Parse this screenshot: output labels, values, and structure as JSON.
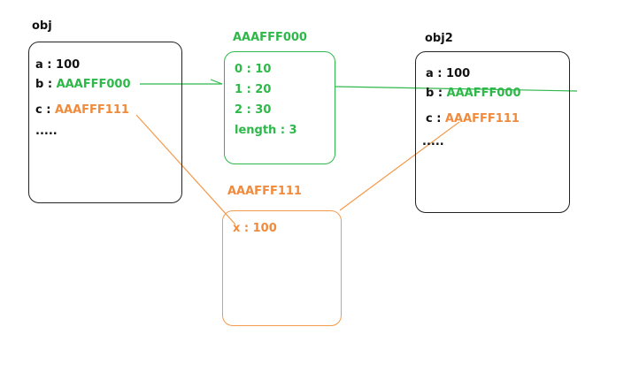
{
  "obj": {
    "title": "obj",
    "rows": [
      {
        "key": "a : ",
        "value": "100"
      },
      {
        "key": "b : ",
        "value": "AAAFFF000"
      },
      {
        "key": "c : ",
        "value": "AAAFFF111"
      }
    ],
    "more": "....."
  },
  "array": {
    "address": "AAAFFF000",
    "rows": [
      "0 : 10",
      "1 : 20",
      "2 : 30",
      "length : 3"
    ]
  },
  "obj2": {
    "title": "obj2",
    "rows": [
      {
        "key": "a : ",
        "value": "100"
      },
      {
        "key": "b : ",
        "value": "AAAFFF000"
      },
      {
        "key": "c : ",
        "value": "AAAFFF111"
      }
    ],
    "more": "....."
  },
  "inner": {
    "address": "AAAFFF111",
    "rows": [
      "x : 100"
    ]
  },
  "colors": {
    "green": "#2fb84a",
    "orange": "#f08a3c",
    "black": "#222222"
  }
}
